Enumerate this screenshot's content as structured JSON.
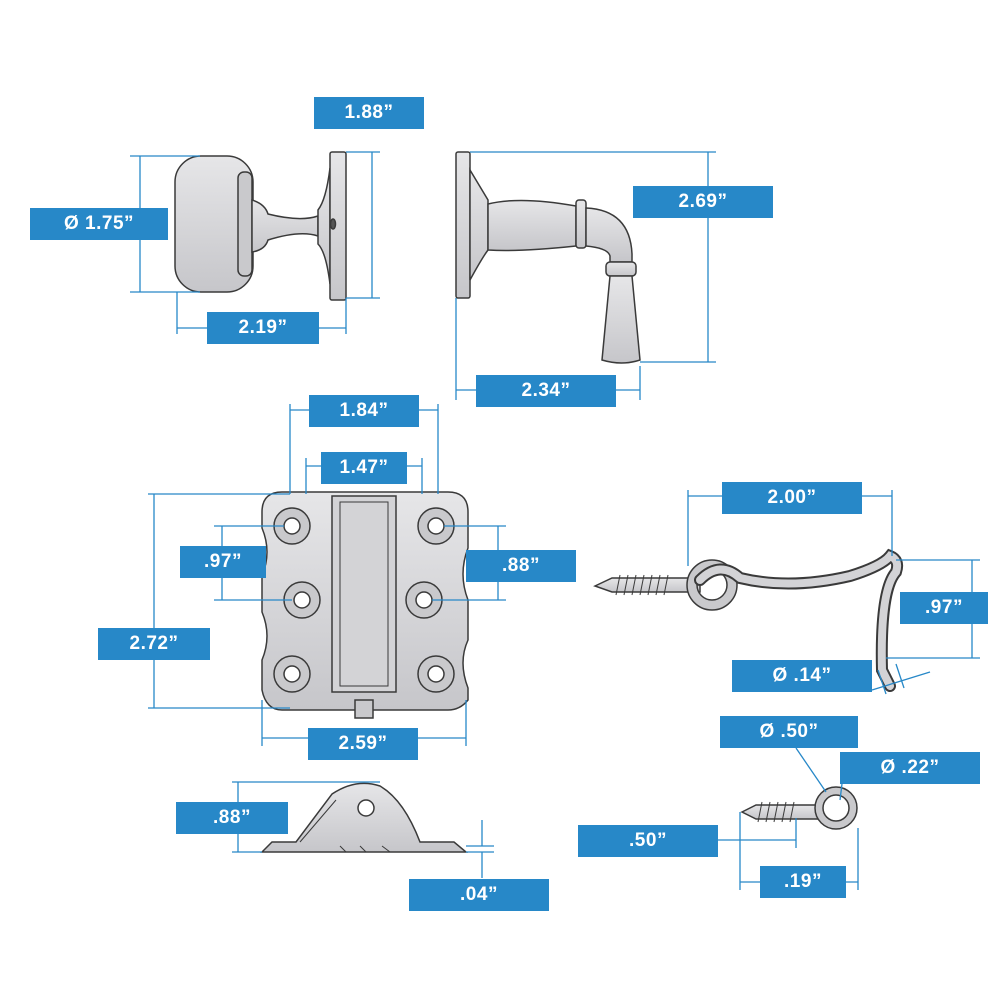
{
  "dimensions": {
    "knob_overall_height": "1.88”",
    "knob_diameter": "Ø 1.75”",
    "knob_projection": "2.19”",
    "lever_height": "2.69”",
    "lever_projection": "2.34”",
    "hinge_overall_width": "1.84”",
    "hinge_inner_width": "1.47”",
    "hinge_left_hole_spacing": ".97”",
    "hinge_right_hole_spacing": ".88”",
    "hinge_height": "2.72”",
    "hinge_base_width": "2.59”",
    "hook_length": "2.00”",
    "hook_drop": ".97”",
    "hook_wire_diameter": "Ø .14”",
    "eye_outer_diameter": "Ø .50”",
    "eye_inner_diameter": "Ø .22”",
    "eye_shank_length": ".50”",
    "eye_thread_length": ".19”",
    "strike_height": ".88”",
    "strike_plate_thickness": ".04”"
  },
  "colors": {
    "label_fill": "#2788c8",
    "label_text": "#ffffff",
    "dimension_line": "#2788c8",
    "part_fill": "#d9d9dc",
    "part_outline": "#3a3a3a"
  }
}
